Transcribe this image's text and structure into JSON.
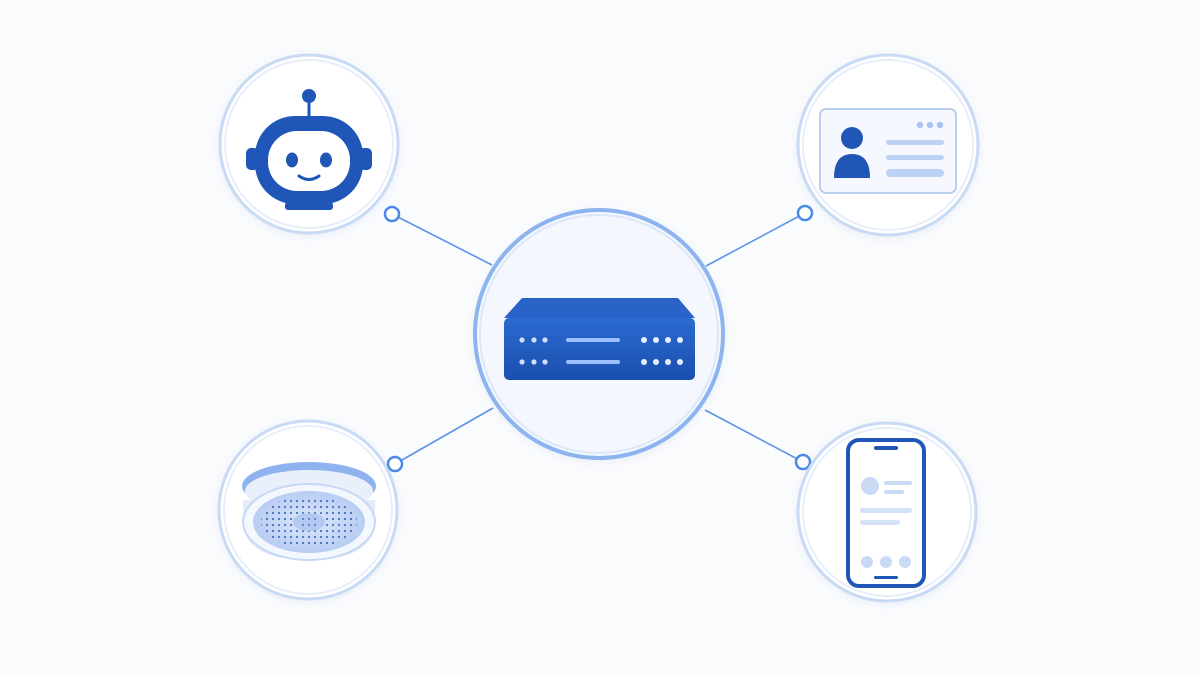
{
  "diagram": {
    "kind": "hub-and-spoke",
    "hub": {
      "icon": "server-icon"
    },
    "spokes": [
      {
        "position": "top-left",
        "icon": "robot-icon"
      },
      {
        "position": "top-right",
        "icon": "profile-card-icon"
      },
      {
        "position": "bottom-left",
        "icon": "ceiling-speaker-icon"
      },
      {
        "position": "bottom-right",
        "icon": "smartphone-icon"
      }
    ]
  },
  "colors": {
    "background": "#fafbfd",
    "accent": "#1f56b8",
    "accent_dark": "#1546a0",
    "accent_light": "#a9c4f3",
    "ring": "#c9daf5",
    "ring_strong": "#8db4ef",
    "connector": "#5b95e6"
  }
}
